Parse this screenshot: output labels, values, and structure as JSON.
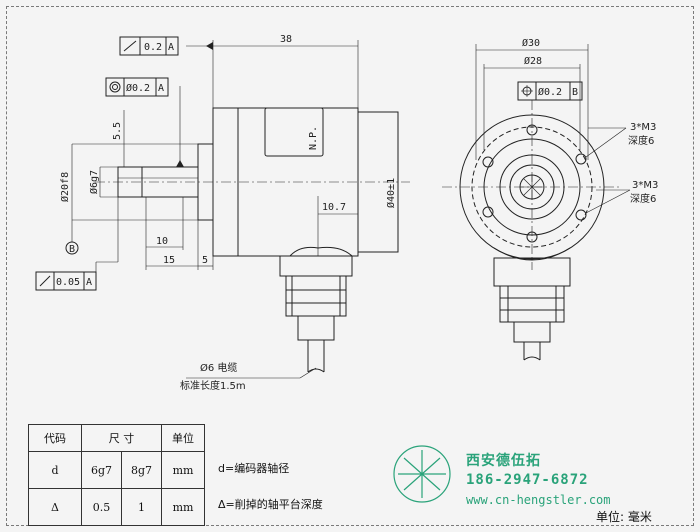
{
  "side_view": {
    "dim_length": "38",
    "dim_total": "Ø40±1",
    "dim_flat": "Ø20f8",
    "dim_shaft": "Ø6g7",
    "dim_5_5": "5.5",
    "dim_10": "10",
    "dim_15": "15",
    "dim_5": "5",
    "dim_10_7": "10.7",
    "np_label": "N.P.",
    "tol_runout_top": "0.2",
    "tol_runout_top_ref": "A",
    "tol_concentric": "Ø0.2",
    "tol_concentric_ref": "A",
    "tol_runout_bottom": "0.05",
    "tol_runout_bottom_ref": "A",
    "datum_b": "B",
    "cable_label": "Ø6 电缆",
    "cable_length": "标准长度1.5m"
  },
  "front_view": {
    "dim_30": "Ø30",
    "dim_28": "Ø28",
    "tol_position": "Ø0.2",
    "tol_position_ref": "B",
    "thread_top": "3*M3",
    "depth_top": "深度6",
    "thread_bottom": "3*M3",
    "depth_bottom": "深度6"
  },
  "table": {
    "headers": [
      "代码",
      "尺 寸",
      "单位"
    ],
    "rows": [
      {
        "code": "d",
        "v1": "6g7",
        "v2": "8g7",
        "unit": "mm"
      },
      {
        "code": "Δ",
        "v1": "0.5",
        "v2": "1",
        "unit": "mm"
      }
    ]
  },
  "notes": {
    "d_note": "d=编码器轴径",
    "delta_note": "Δ=削掉的轴平台深度"
  },
  "brand": {
    "name": "西安德伍拓",
    "phone": "186-2947-6872",
    "url": "www.cn-hengstler.com"
  },
  "unit_label": "单位: 毫米"
}
